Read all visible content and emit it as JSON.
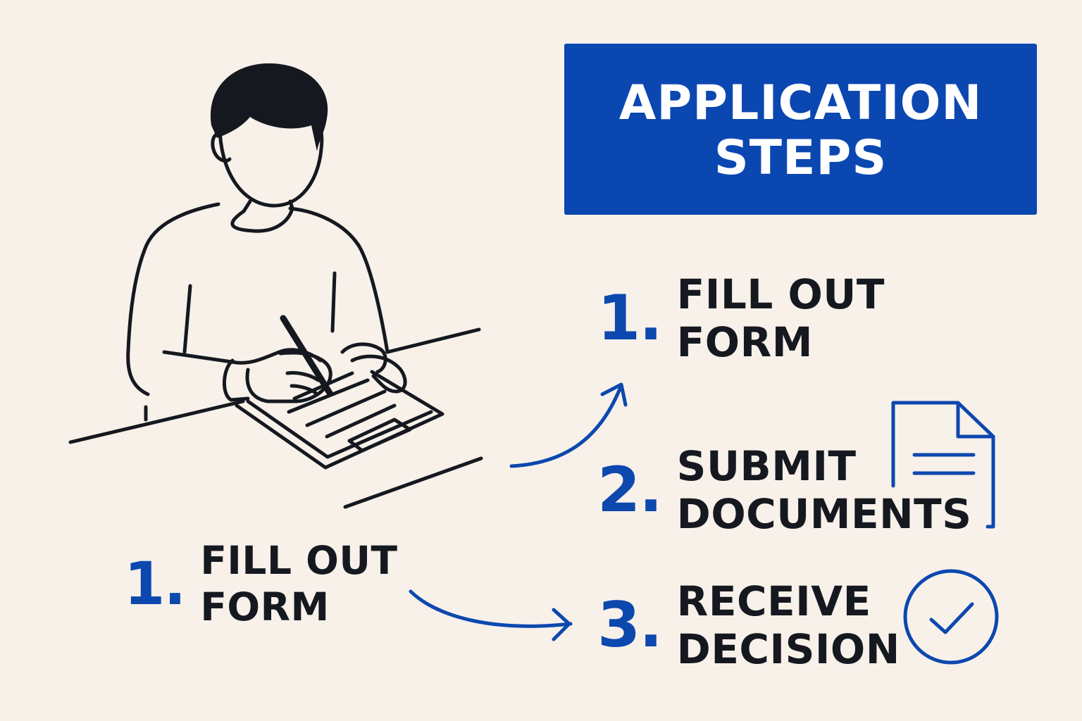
{
  "title": {
    "line1": "APPLICATION",
    "line2": "STEPS"
  },
  "illustration_label": {
    "number": "1.",
    "line1": "FILL OUT",
    "line2": "FORM"
  },
  "steps": [
    {
      "number": "1.",
      "line1": "FILL OUT",
      "line2": "FORM"
    },
    {
      "number": "2.",
      "line1": "SUBMIT",
      "line2": "DOCUMENTS",
      "icon": "document-icon"
    },
    {
      "number": "3.",
      "line1": "RECEIVE",
      "line2": "DECISION",
      "icon": "check-circle-icon"
    }
  ],
  "colors": {
    "background": "#f7f1ea",
    "accent": "#0b47b1",
    "text": "#15191f"
  }
}
